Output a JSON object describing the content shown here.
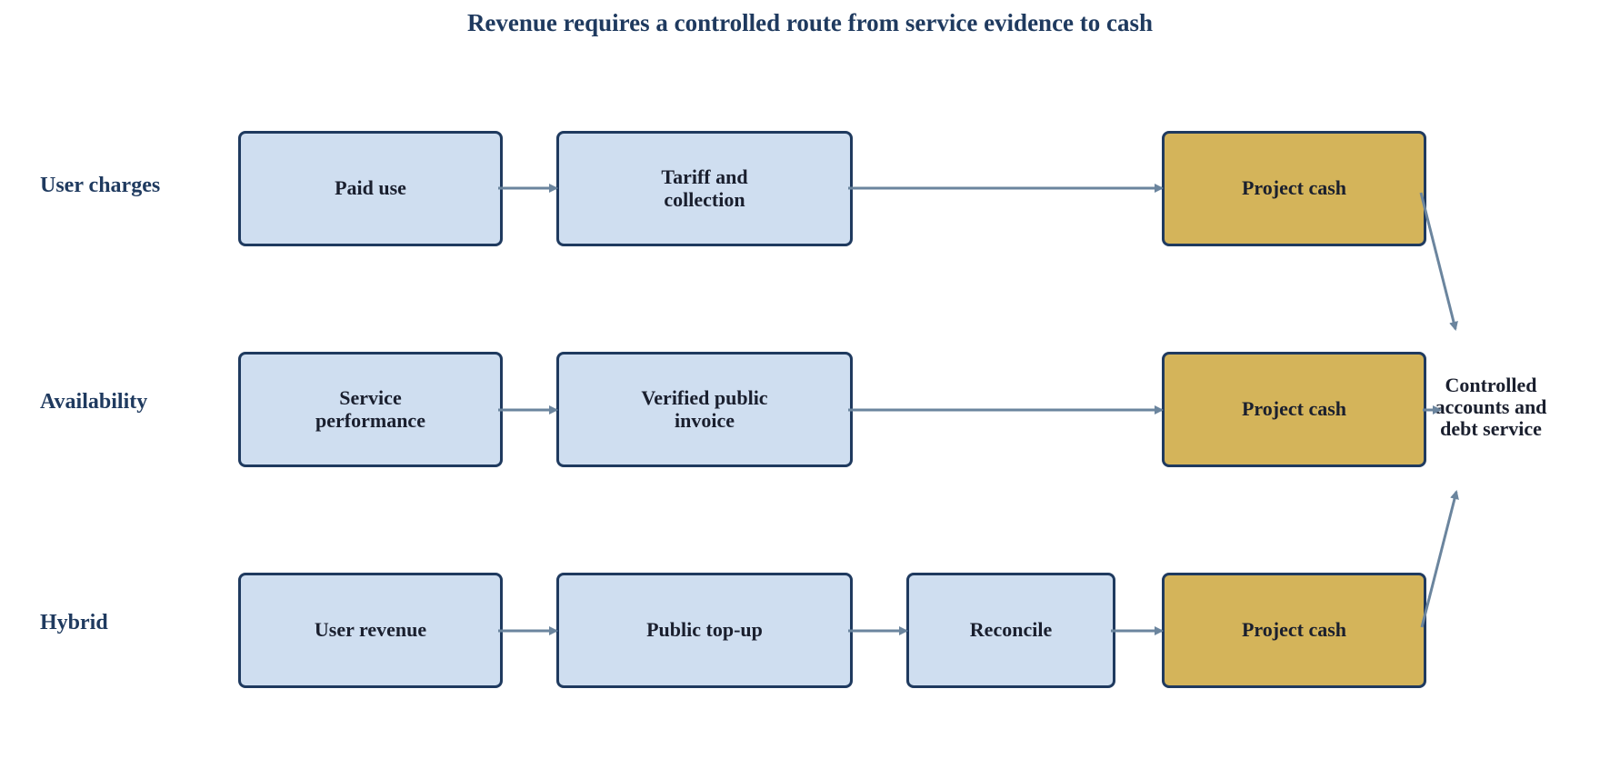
{
  "title": "Revenue requires a controlled route from service evidence to cash",
  "rows": [
    {
      "label": "User charges",
      "steps": [
        "Paid use",
        "Tariff and collection",
        "Project cash"
      ]
    },
    {
      "label": "Availability",
      "steps": [
        "Service performance",
        "Verified public invoice",
        "Project cash"
      ]
    },
    {
      "label": "Hybrid",
      "steps": [
        "User revenue",
        "Public top-up",
        "Reconcile",
        "Project cash"
      ]
    }
  ],
  "sink": "Controlled accounts and debt service",
  "colors": {
    "process_fill": "#cfdef0",
    "cash_fill": "#d4b45a",
    "border": "#1f3a5f",
    "arrow": "#6b859e"
  }
}
